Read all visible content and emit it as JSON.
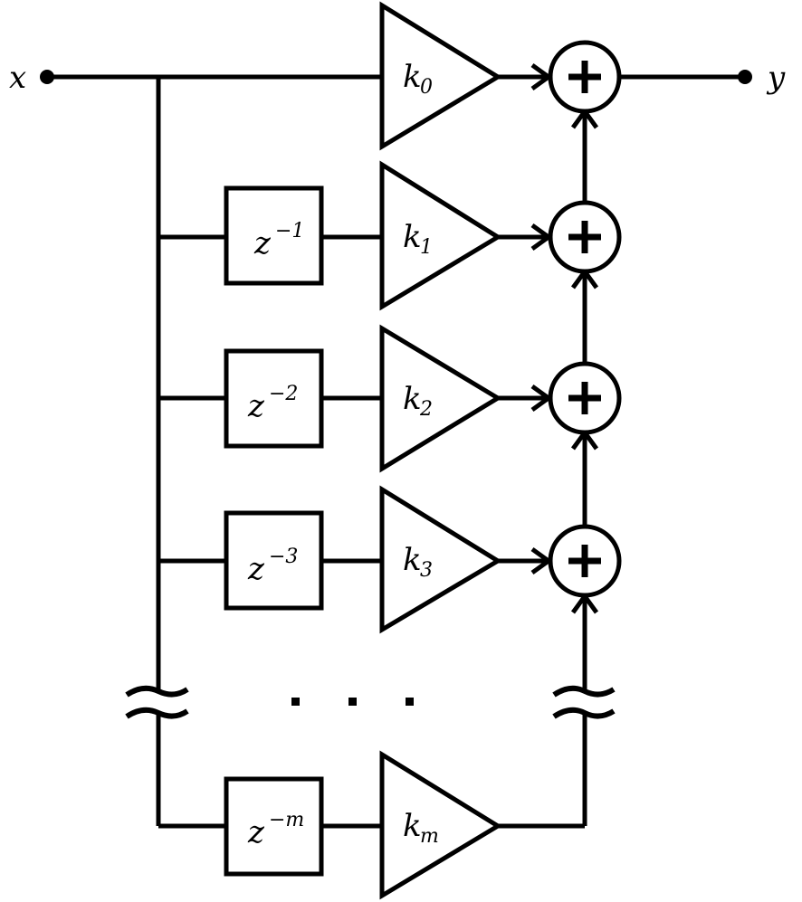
{
  "io": {
    "input": "x",
    "output": "y"
  },
  "taps": [
    {
      "delay": null,
      "gain_base": "k",
      "gain_sub": "0"
    },
    {
      "delay_base": "z",
      "delay_exp": "−1",
      "gain_base": "k",
      "gain_sub": "1"
    },
    {
      "delay_base": "z",
      "delay_exp": "−2",
      "gain_base": "k",
      "gain_sub": "2"
    },
    {
      "delay_base": "z",
      "delay_exp": "−3",
      "gain_base": "k",
      "gain_sub": "3"
    },
    {
      "delay_base": "z",
      "delay_exp": "−m",
      "gain_base": "k",
      "gain_sub": "m"
    }
  ],
  "ellipsis": "· · ·",
  "colors": {
    "stroke": "#000000",
    "background": "#ffffff"
  }
}
